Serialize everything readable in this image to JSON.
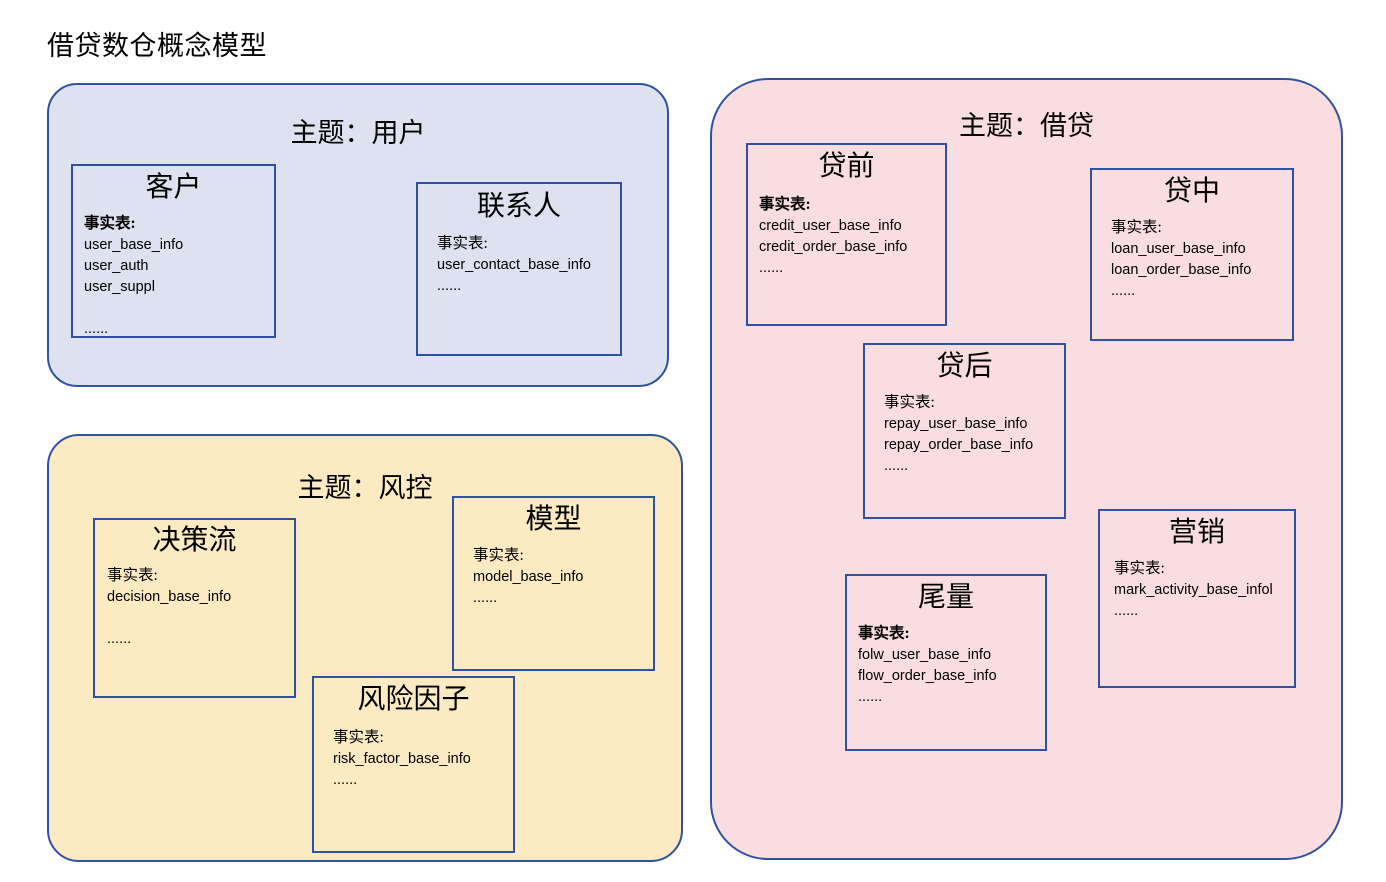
{
  "title": "借贷数仓概念模型",
  "fact_table_label": "事实表:",
  "fact_table_label_bold": "事实表:",
  "ellipsis": "......",
  "colors": {
    "border_blue": "#2f52a0",
    "user_panel_fill": "#dde1f0",
    "risk_panel_fill": "#fceac3",
    "loan_panel_fill": "#fadde1",
    "text": "#000000",
    "background": "#ffffff"
  },
  "panels": [
    {
      "id": "user",
      "title": "主题：用户",
      "entities": [
        {
          "id": "customer",
          "title": "客户",
          "label": "事实表:",
          "label_bold": true,
          "lines": "user_base_info\nuser_auth\nuser_suppl\n\n......"
        },
        {
          "id": "contact",
          "title": "联系人",
          "label": "事实表:",
          "label_bold": false,
          "lines": "user_contact_base_info\n......"
        }
      ]
    },
    {
      "id": "risk",
      "title": "主题：风控",
      "entities": [
        {
          "id": "decision",
          "title": "决策流",
          "label": "事实表:",
          "label_bold": false,
          "lines": "decision_base_info\n\n......"
        },
        {
          "id": "model",
          "title": "模型",
          "label": "事实表:",
          "label_bold": false,
          "lines": "model_base_info\n......"
        },
        {
          "id": "riskfactor",
          "title": "风险因子",
          "label": "事实表:",
          "label_bold": false,
          "lines": "risk_factor_base_info\n......"
        }
      ]
    },
    {
      "id": "loan",
      "title": "主题：借贷",
      "entities": [
        {
          "id": "preloan",
          "title": "贷前",
          "label": "事实表:",
          "label_bold": true,
          "lines": "credit_user_base_info\ncredit_order_base_info\n......"
        },
        {
          "id": "inloan",
          "title": "贷中",
          "label": "事实表:",
          "label_bold": false,
          "lines": "loan_user_base_info\nloan_order_base_info\n......"
        },
        {
          "id": "postloan",
          "title": "贷后",
          "label": "事实表:",
          "label_bold": false,
          "lines": "repay_user_base_info\nrepay_order_base_info\n......"
        },
        {
          "id": "tailvolume",
          "title": "尾量",
          "label": "事实表:",
          "label_bold": true,
          "lines": "folw_user_base_info\nflow_order_base_info\n......"
        },
        {
          "id": "marketing",
          "title": "营销",
          "label": "事实表:",
          "label_bold": false,
          "lines": "mark_activity_base_infol\n......"
        }
      ]
    }
  ]
}
